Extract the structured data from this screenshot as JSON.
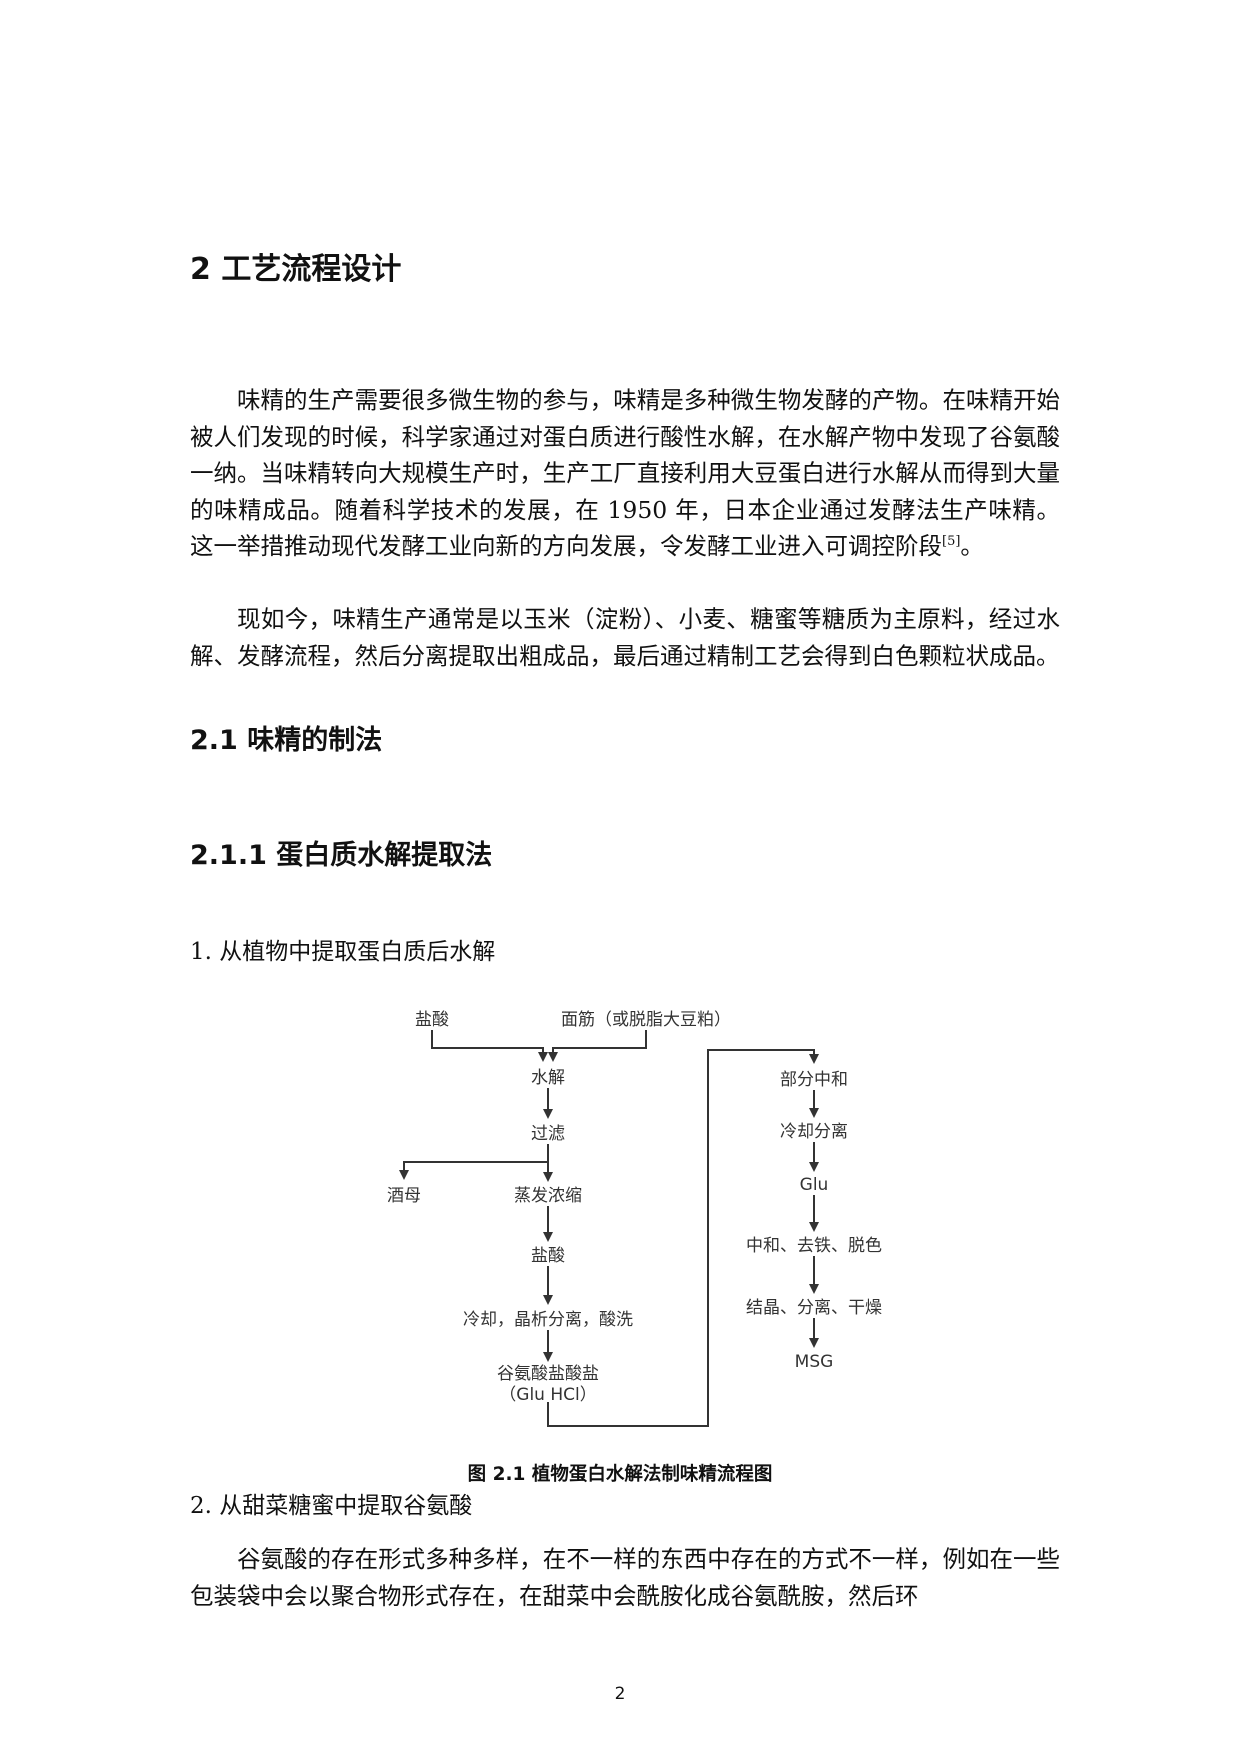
{
  "heading": {
    "chapter": "2 工艺流程设计",
    "section": "2.1 味精的制法",
    "subsection": "2.1.1 蛋白质水解提取法"
  },
  "paragraphs": {
    "p1_text": "味精的生产需要很多微生物的参与，味精是多种微生物发酵的产物。在味精开始被人们发现的时候，科学家通过对蛋白质进行酸性水解，在水解产物中发现了谷氨酸一纳。当味精转向大规模生产时，生产工厂直接利用大豆蛋白进行水解从而得到大量的味精成品。随着科学技术的发展，在 1950 年，日本企业通过发酵法生产味精。这一举措推动现代发酵工业向新的方向发展，令发酵工业进入可调控阶段",
    "p1_cite": "[5]",
    "p1_end": "。",
    "p2": "现如今，味精生产通常是以玉米（淀粉）、小麦、糖蜜等糖质为主原料，经过水解、发酵流程，然后分离提取出粗成品，最后通过精制工艺会得到白色颗粒状成品。",
    "p3": "谷氨酸的存在形式多种多样，在不一样的东西中存在的方式不一样，例如在一些包装袋中会以聚合物形式存在，在甜菜中会酰胺化成谷氨酰胺，然后环"
  },
  "items": {
    "item1": "1. 从植物中提取蛋白质后水解",
    "item2": "2.  从甜菜糖蜜中提取谷氨酸"
  },
  "flowchart": {
    "hcl_top": "盐酸",
    "gluten": "面筋（或脱脂大豆粕）",
    "hydrolysis": "水解",
    "filtration": "过滤",
    "yeast": "酒母",
    "evaporation": "蒸发浓缩",
    "hcl_mid": "盐酸",
    "cooling_crystal": "冷却，晶析分离，酸洗",
    "glu_hcl": "谷氨酸盐酸盐",
    "glu_hcl_abbr": "（Glu HCl）",
    "partial_neutral": "部分中和",
    "cool_separate": "冷却分离",
    "glu": "Glu",
    "neutral_iron_decolor": "中和、去铁、脱色",
    "crystal_separate_dry": "结晶、分离、干燥",
    "msg": "MSG",
    "line_color": "#333333"
  },
  "caption": "图 2.1 植物蛋白水解法制味精流程图",
  "page_number": "2"
}
